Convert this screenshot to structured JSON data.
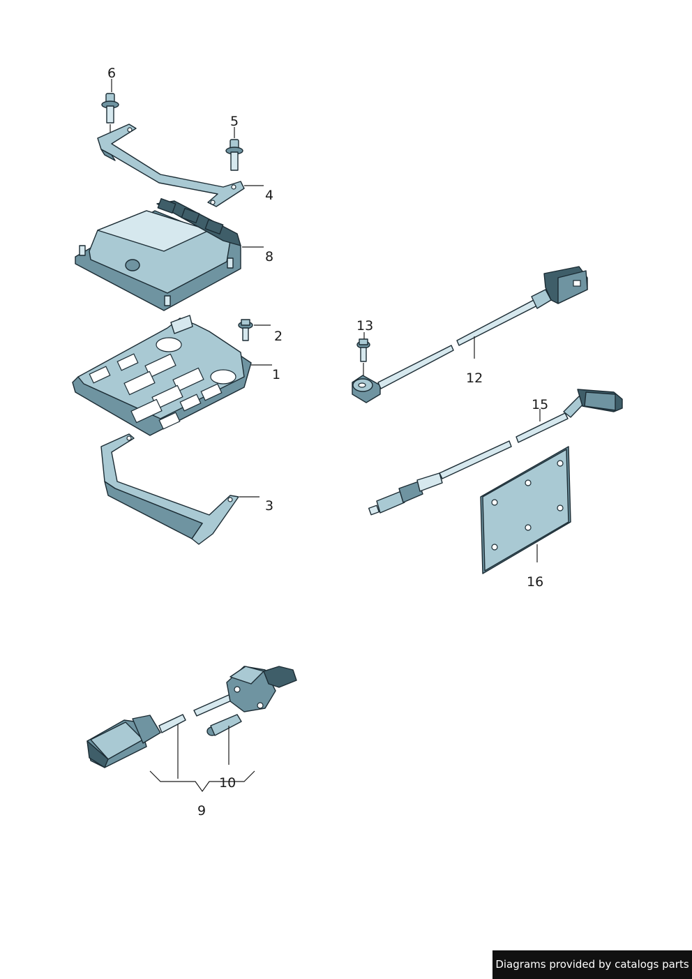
{
  "labels": {
    "p1": "1",
    "p2": "2",
    "p3": "3",
    "p4": "4",
    "p5": "5",
    "p6": "6",
    "p8": "8",
    "p9": "9",
    "p10": "10",
    "p12": "12",
    "p13": "13",
    "p15": "15",
    "p16": "16"
  },
  "credit": "Diagrams provided by catalogs parts",
  "colors": {
    "part_fill": "#a9c9d3",
    "part_dark": "#6f94a1",
    "part_light": "#d6e8ee",
    "outline": "#1b2b33",
    "credit_bg": "#111111"
  }
}
